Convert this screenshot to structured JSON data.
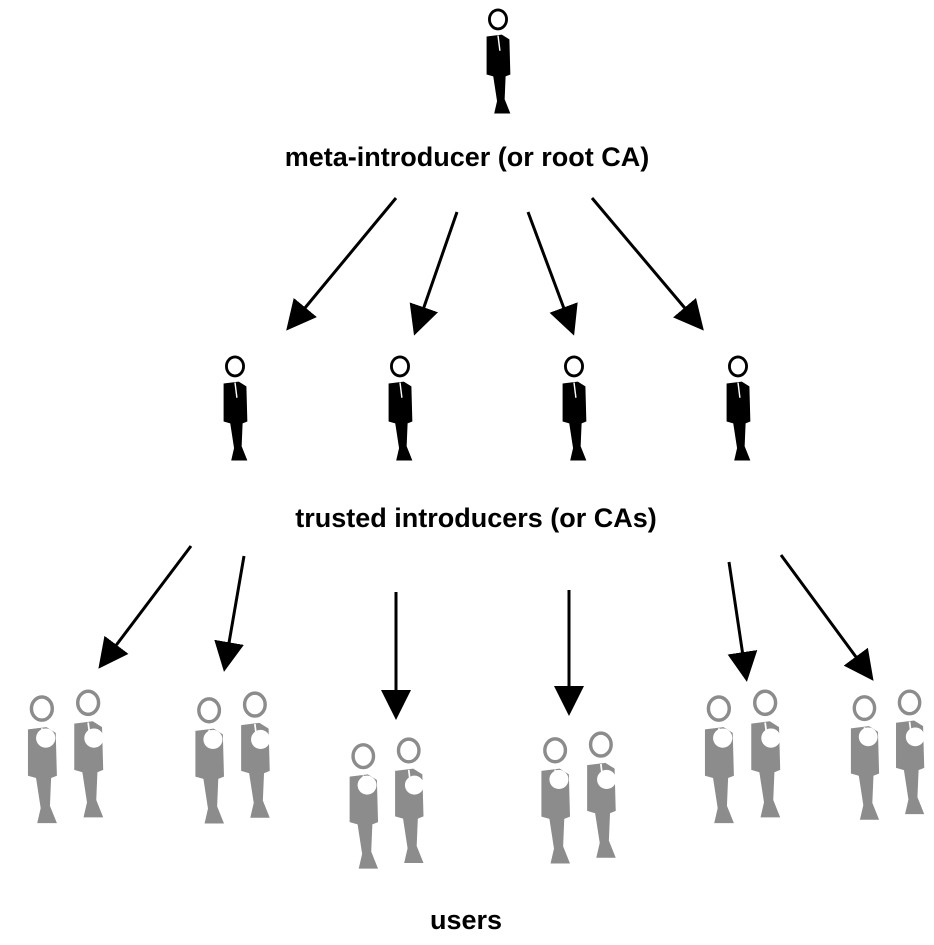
{
  "labels": {
    "root": "meta-introducer (or root CA)",
    "middle": "trusted introducers (or CAs)",
    "bottom": "users"
  },
  "colors": {
    "trusted_figure": "#000000",
    "user_figure": "#8c8c8c",
    "arrow": "#000000",
    "background": "#ffffff"
  },
  "icons": {
    "trusted": "person-icon",
    "user": "person-icon"
  }
}
